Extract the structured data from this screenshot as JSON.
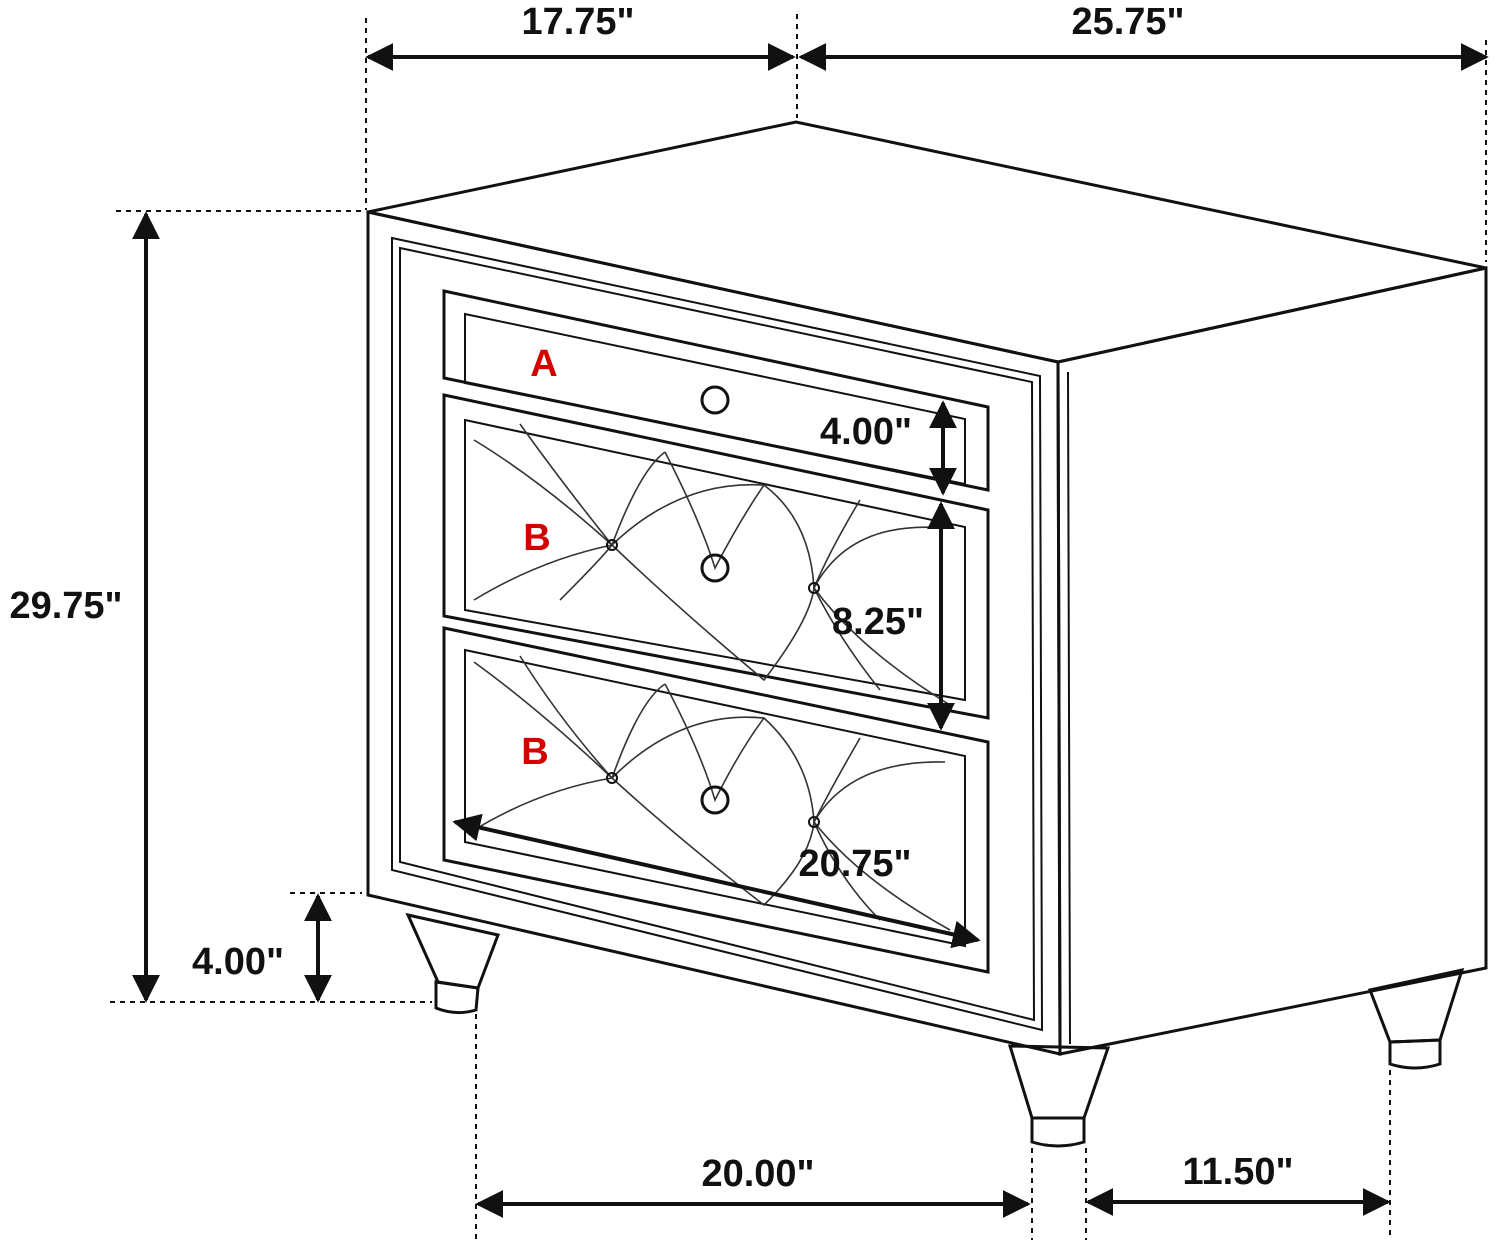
{
  "dimensions": {
    "top_left": "17.75\"",
    "top_right": "25.75\"",
    "total_height": "29.75\"",
    "drawer_a_height": "4.00\"",
    "drawer_b_height": "8.25\"",
    "drawer_width": "20.75\"",
    "leg_height": "4.00\"",
    "bottom_left": "20.00\"",
    "bottom_right": "11.50\""
  },
  "drawer_labels": {
    "a": "A",
    "b1": "B",
    "b2": "B"
  },
  "colors": {
    "line": "#111111",
    "label": "#d40000",
    "background": "#ffffff"
  }
}
